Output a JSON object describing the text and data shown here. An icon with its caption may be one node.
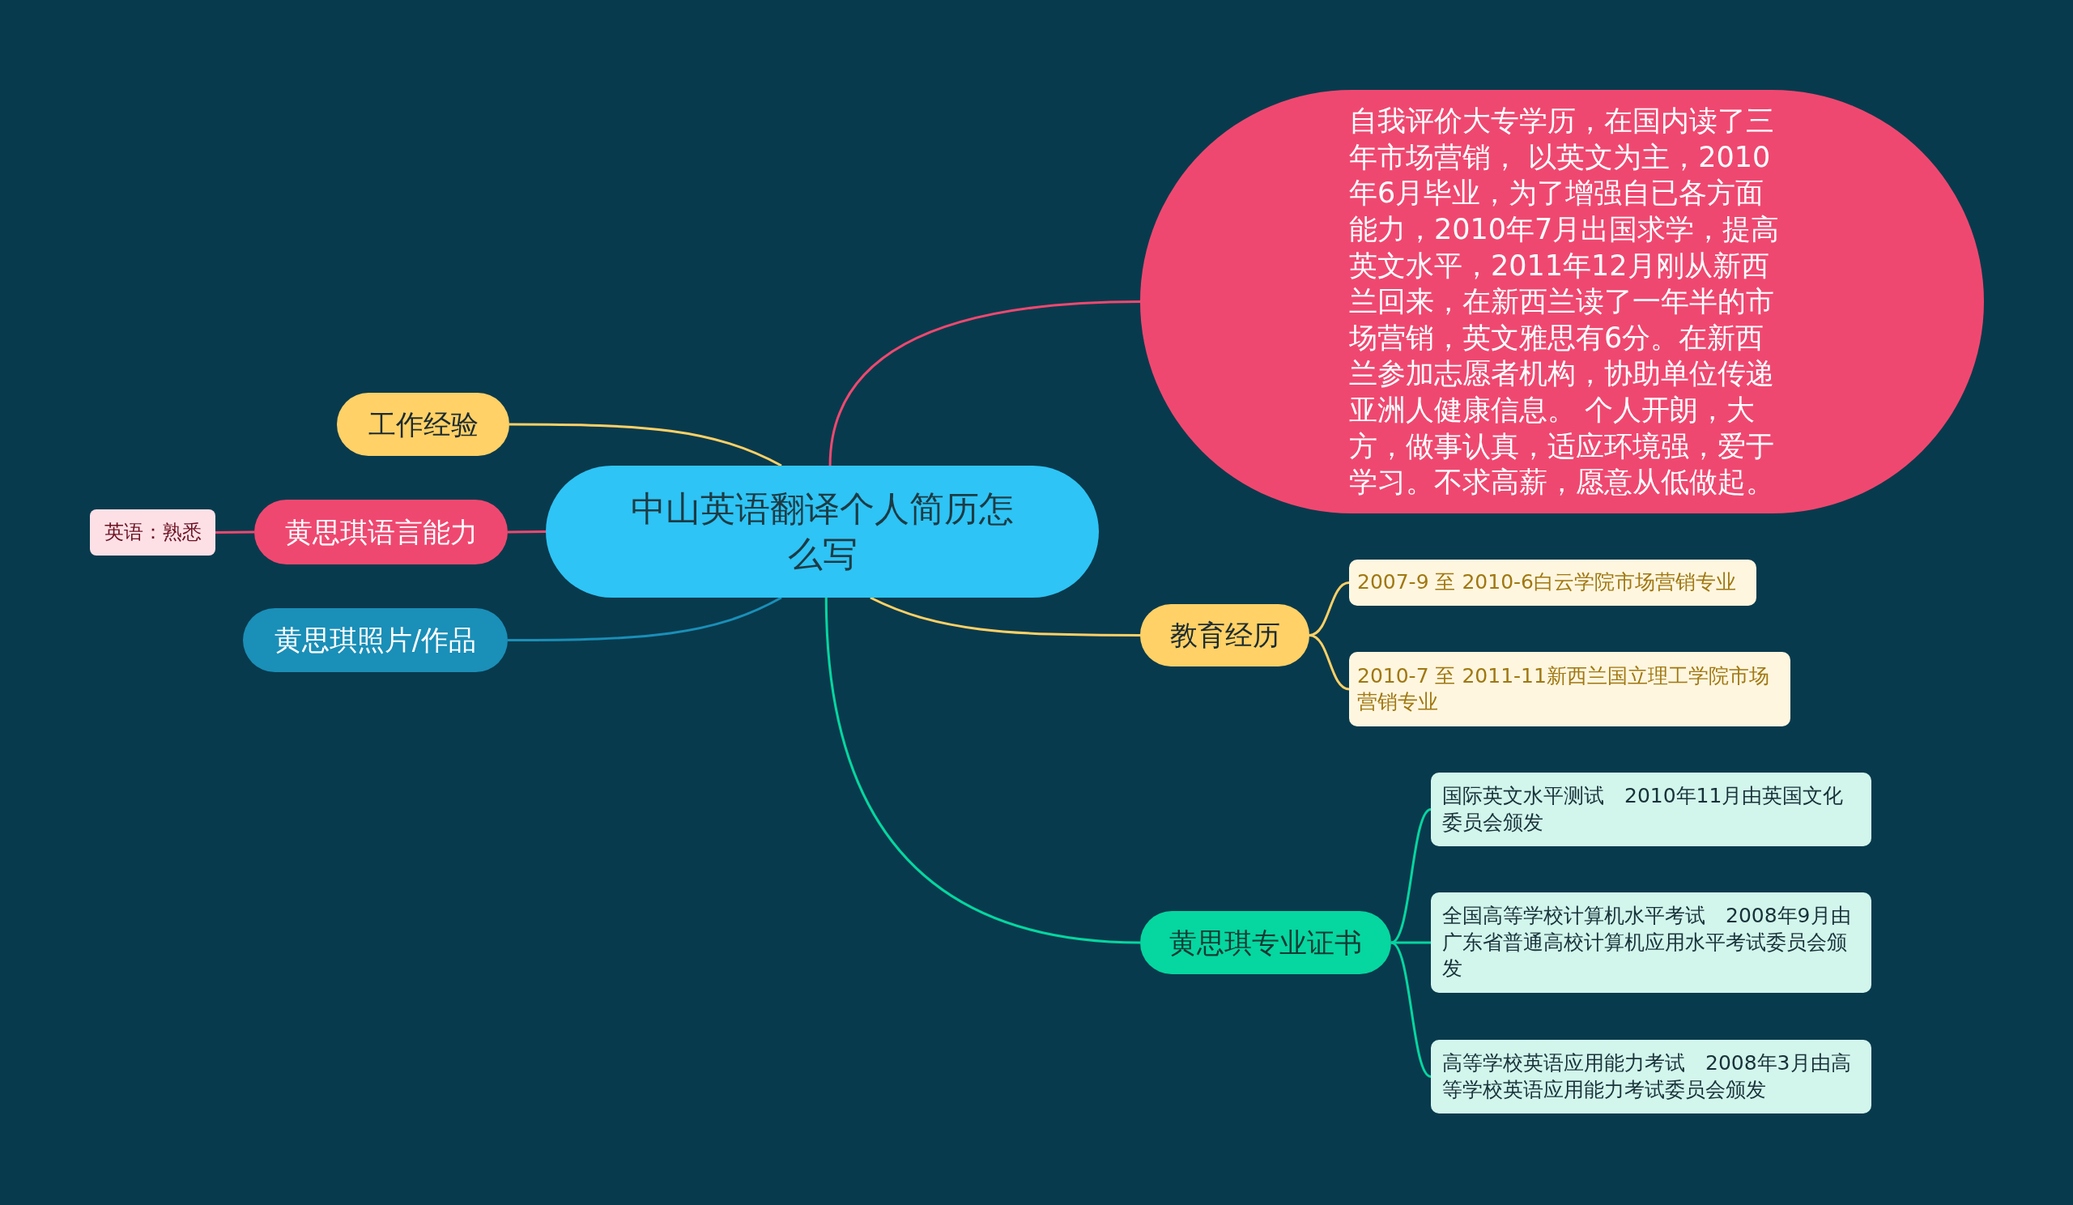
{
  "diagram": {
    "nodes": [
      {
        "text": [
          "中山英语翻译个人简历怎么写"
        ]
      },
      {
        "text": [
          "自我评价大专学历，在国内读了三年市场营销， 以英文为主，2010年6月毕业，为了增强自已各方面能力，2010年7月出国求学，提高英文水平，2011年12月刚从新西兰回来，在新西兰读了一年半的市场营销，英文雅思有6分。在新西兰参加志愿者机构，协助单位传递亚洲人健康信息。 个人开朗，大方，做事认真，适应环境强，爱于学习。不求高薪，愿意从低做起。"
        ]
      },
      {
        "text": [
          "工作经验"
        ]
      },
      {
        "text": [
          "黄思琪语言能力"
        ]
      },
      {
        "text": [
          "英语：熟悉"
        ]
      },
      {
        "text": [
          "黄思琪照片/作品"
        ]
      },
      {
        "text": [
          "教育经历"
        ]
      },
      {
        "text": [
          "2007-9 至 2010-6白云学院市场营销专业"
        ]
      },
      {
        "text": [
          "2010-7 至 2011-11新西兰国立理工学院市场营销专业"
        ]
      },
      {
        "text": [
          "黄思琪专业证书"
        ]
      },
      {
        "text": [
          "国际英文水平测试　2010年11月由英国文化委员会颁发"
        ]
      },
      {
        "text": [
          "全国高等学校计算机水平考试　2008年9月由广东省普通高校计算机应用水平考试委员会颁发"
        ]
      },
      {
        "text": [
          "高等学校英语应用能力考试　2008年3月由高等学校英语应用能力考试委员会颁发"
        ]
      }
    ],
    "edges": [
      {
        "from": 0,
        "to": 1,
        "arrow": "none",
        "color": "#ef4870"
      },
      {
        "from": 0,
        "to": 2,
        "arrow": "none",
        "color": "#ffd166"
      },
      {
        "from": 0,
        "to": 3,
        "arrow": "none",
        "color": "#ef4870"
      },
      {
        "from": 3,
        "to": 4,
        "arrow": "none",
        "color": "#ef4870"
      },
      {
        "from": 0,
        "to": 5,
        "arrow": "none",
        "color": "#1a8fb8"
      },
      {
        "from": 0,
        "to": 6,
        "arrow": "none",
        "color": "#ffd166"
      },
      {
        "from": 6,
        "to": 7,
        "arrow": "none",
        "color": "#ffd166"
      },
      {
        "from": 6,
        "to": 8,
        "arrow": "none",
        "color": "#ffd166"
      },
      {
        "from": 0,
        "to": 9,
        "arrow": "none",
        "color": "#06d6a0"
      },
      {
        "from": 9,
        "to": 10,
        "arrow": "none",
        "color": "#06d6a0"
      },
      {
        "from": 9,
        "to": 11,
        "arrow": "none",
        "color": "#06d6a0"
      },
      {
        "from": 9,
        "to": 12,
        "arrow": "none",
        "color": "#06d6a0"
      }
    ]
  }
}
